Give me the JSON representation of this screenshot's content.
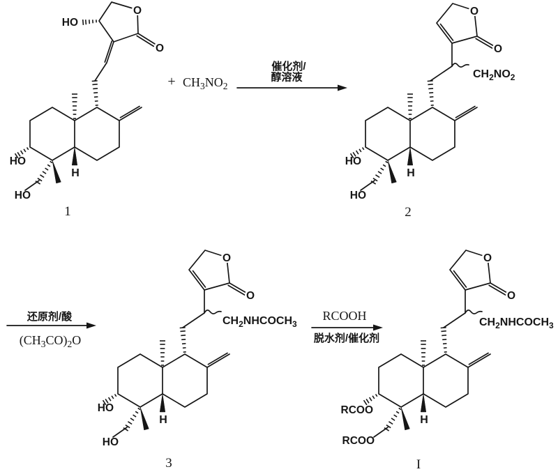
{
  "colors": {
    "ink": "#161616",
    "paper": "#ffffff"
  },
  "reagent": {
    "plus": "+",
    "formula": [
      "CH",
      "3",
      "NO",
      "2"
    ]
  },
  "arrows": {
    "a1": {
      "top": "催化剂/",
      "bottom": "醇溶液"
    },
    "a2": {
      "top": "还原剂/酸",
      "bottom": [
        "(CH",
        "3",
        "CO)",
        "2",
        "O"
      ]
    },
    "a3": {
      "top": "RCOOH",
      "bottom": "脱水剂/催化剂"
    }
  },
  "compounds": {
    "c1": {
      "number": "1",
      "labels": {
        "lactone_oh": "HO",
        "ring_o": "O",
        "carbonyl_o": "O",
        "c3_oh": "HO",
        "c19_oh": "HO",
        "fusion_h": "H"
      }
    },
    "c2": {
      "number": "2",
      "labels": {
        "ring_o": "O",
        "carbonyl_o": "O",
        "c3_oh": "HO",
        "c19_oh": "HO",
        "fusion_h": "H"
      },
      "chain": [
        "CH",
        "2",
        "NO",
        "2"
      ]
    },
    "c3": {
      "number": "3",
      "labels": {
        "ring_o": "O",
        "carbonyl_o": "O",
        "c3_oh": "HO",
        "c19_oh": "HO",
        "fusion_h": "H"
      },
      "chain": [
        "CH",
        "2",
        "NHCOCH",
        "3"
      ]
    },
    "cI": {
      "number": "I",
      "labels": {
        "ring_o": "O",
        "carbonyl_o": "O",
        "c3_ester": "RCOO",
        "c19_ester": "RCOO",
        "fusion_h": "H"
      },
      "chain": [
        "CH",
        "2",
        "NHCOCH",
        "3"
      ]
    }
  }
}
